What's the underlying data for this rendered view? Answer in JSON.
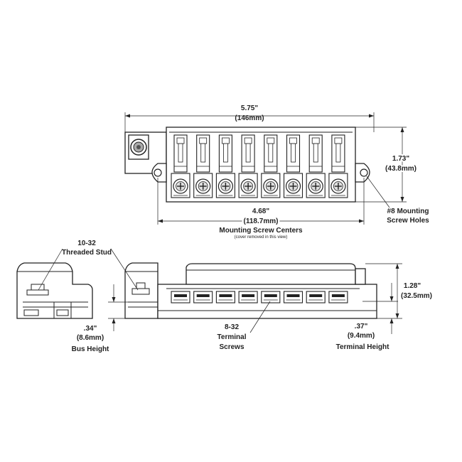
{
  "dimensions": {
    "overall_length_in": "5.75\"",
    "overall_length_mm": "(146mm)",
    "width_in": "1.73\"",
    "width_mm": "(43.8mm)",
    "screw_centers_in": "4.68\"",
    "screw_centers_mm": "(118.7mm)",
    "screw_centers_label": "Mounting Screw Centers",
    "screw_centers_note": "(cover removed in this view)",
    "mounting_holes_line1": "#8 Mounting",
    "mounting_holes_line2": "Screw Holes",
    "height_in": "1.28\"",
    "height_mm": "(32.5mm)",
    "stud_line1": "10-32",
    "stud_line2": "Threaded Stud",
    "bus_height_in": ".34\"",
    "bus_height_mm": "(8.6mm)",
    "bus_height_label": "Bus Height",
    "terminal_screws_line1": "8-32",
    "terminal_screws_line2": "Terminal",
    "terminal_screws_line3": "Screws",
    "terminal_height_in": ".37\"",
    "terminal_height_mm": "(9.4mm)",
    "terminal_height_label": "Terminal Height"
  },
  "fuse_positions": 8
}
